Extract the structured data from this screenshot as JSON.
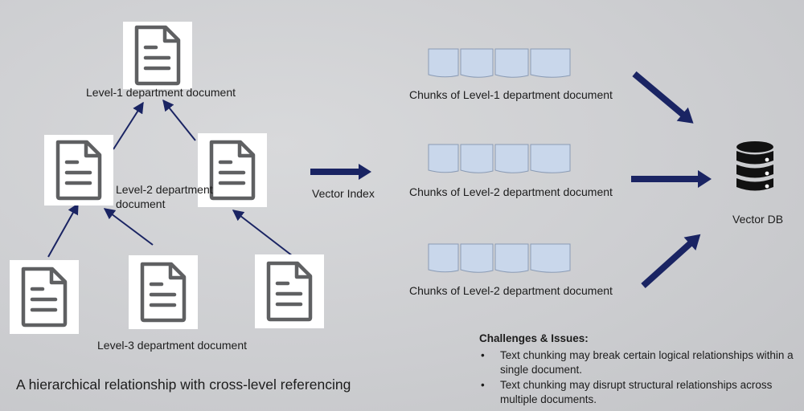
{
  "hierarchy": {
    "level1_label": "Level-1 department document",
    "level2_label_line1": "Level-2 department",
    "level2_label_line2": "document",
    "level3_label": "Level-3 department document"
  },
  "vector_index_label": "Vector Index",
  "chunks": [
    {
      "label": "Chunks of Level-1 department document"
    },
    {
      "label": "Chunks of Level-2 department document"
    },
    {
      "label": "Chunks of Level-2 department document"
    }
  ],
  "vector_db_label": "Vector DB",
  "challenges": {
    "title": "Challenges & Issues:",
    "items": [
      "Text chunking may break certain logical relationships within a single document.",
      "Text chunking may disrupt structural relationships across multiple documents."
    ]
  },
  "footer_caption": "A hierarchical relationship with cross-level referencing",
  "colors": {
    "arrow_navy": "#1a2463",
    "chunk_fill": "#c9d7eb",
    "doc_icon_gray": "#5f6062"
  },
  "icons": [
    "document-icon",
    "database-icon"
  ]
}
